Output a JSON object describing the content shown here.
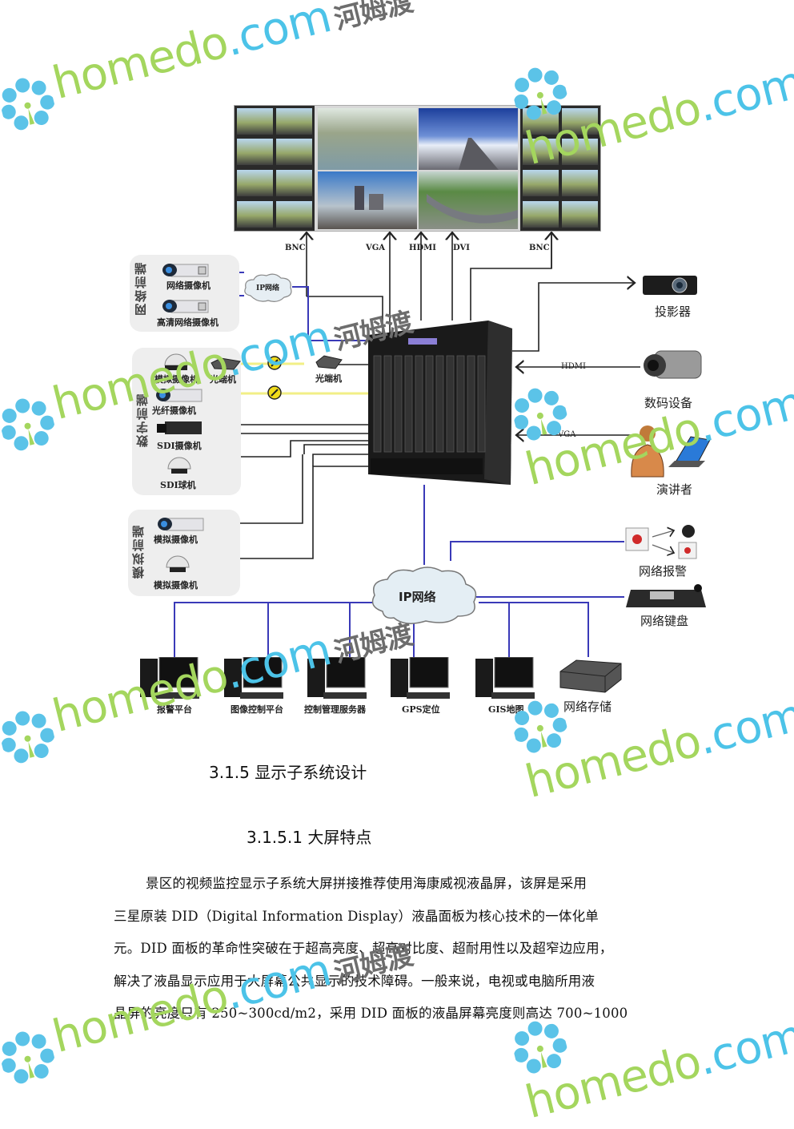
{
  "diagram": {
    "video_wall": {
      "inputs": [
        "BNC",
        "VGA",
        "HDMI",
        "DVI",
        "BNC"
      ]
    },
    "groups": {
      "network_front": {
        "title": "网络前端",
        "cameras": [
          "网络摄像机",
          "高清网络摄像机"
        ],
        "cloud": "IP网络"
      },
      "digital_front": {
        "title": "数字前端",
        "devices": [
          "模拟摄像机",
          "光端机",
          "光纤摄像机",
          "SDI摄像机",
          "SDI球机"
        ],
        "receiver": "光端机"
      },
      "analog_front": {
        "title": "模拟前端",
        "cameras": [
          "模拟摄像机",
          "模拟摄像机"
        ]
      }
    },
    "right_devices": {
      "projector": "投影器",
      "digital_device": "数码设备",
      "digital_signal": "HDMI",
      "presenter": "演讲者",
      "presenter_signal": "VGA",
      "alarm": "网络报警",
      "keyboard": "网络键盘"
    },
    "ip_cloud": "IP网络",
    "bottom_devices": [
      "报警平台",
      "图像控制平台",
      "控制管理服务器",
      "GPS定位",
      "GIS地图",
      "网络存储"
    ],
    "colors": {
      "network_line": "#3a3ab8",
      "signal_line": "#222222",
      "fiber_line": "#f2ef86",
      "panel_bg": "#eeeeee"
    }
  },
  "headings": {
    "section": "3.1.5 显示子系统设计",
    "subsection": "3.1.5.1 大屏特点"
  },
  "body": {
    "lines": [
      "景区的视频监控显示子系统大屏拼接推荐使用海康威视液晶屏，该屏是采用",
      "三星原装 DID（Digital  Information  Display）液晶面板为核心技术的一体化单",
      "元。DID 面板的革命性突破在于超高亮度、超高对比度、超耐用性以及超窄边应用，",
      "解决了液晶显示应用于大屏幕公共显示的技术障碍。一般来说，电视或电脑所用液",
      "晶屏的亮度只有 250~300cd/m2，采用 DID 面板的液晶屏幕亮度则高达 700~1000"
    ]
  },
  "watermark": {
    "brand": "homedo",
    "domain": ".com",
    "cn": "河姆渡"
  }
}
